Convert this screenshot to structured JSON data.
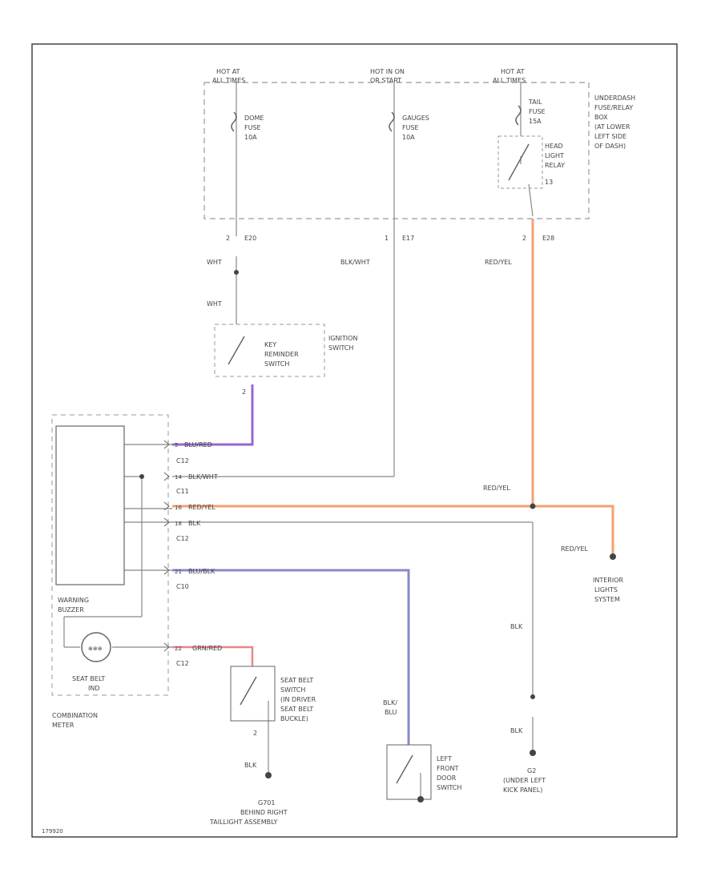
{
  "source_labels": {
    "hot_all_times_left": [
      "HOT AT",
      "ALL TIMES"
    ],
    "hot_run_start": [
      "HOT IN ON",
      "OR START"
    ],
    "hot_all_times_right": [
      "HOT AT",
      "ALL TIMES"
    ]
  },
  "fuses": {
    "dome": [
      "DOME",
      "FUSE",
      "10A"
    ],
    "gauges": [
      "GAUGES",
      "FUSE",
      "10A"
    ],
    "tail": [
      "TAIL",
      "FUSE",
      "15A"
    ]
  },
  "relay": {
    "headlight": [
      "HEAD",
      "LIGHT",
      "RELAY"
    ]
  },
  "fuse_box_label": [
    "UNDERDASH",
    "FUSE/RELAY",
    "BOX",
    "(AT LOWER",
    "LEFT SIDE",
    "OF DASH)"
  ],
  "connectors": {
    "e20": "E20",
    "e17": "E17",
    "e28": "E28",
    "c12_a": "C12",
    "c11": "C11",
    "c12_b": "C12",
    "c10": "C10",
    "c12_c": "C12",
    "pin_2a": "2",
    "pin_1": "1",
    "pin_2b": "2",
    "pin_2c": "2",
    "pin_13": "13",
    "pin_2d": "2",
    "pin_5": "5",
    "pin_14": "14",
    "pin_16": "16",
    "pin_18": "18",
    "pin_21": "21",
    "pin_22": "22"
  },
  "wires": {
    "wht_top": "WHT",
    "wht_bottom": "WHT",
    "blk_wht_top": "BLK/WHT",
    "red_yel_top": "RED/YEL",
    "blu_red": "BLU/RED",
    "blk_wht_mid": "BLK/WHT",
    "red_yel_mid": "RED/YEL",
    "red_yel_right": "RED/YEL",
    "red_yel_lower": "RED/YEL",
    "blk_c12": "BLK",
    "blu_blk": "BLU/BLK",
    "grn_red": "GRN/RED",
    "blk_right": "BLK",
    "blk_right_lower": "BLK",
    "blk_seat": "BLK",
    "blk_blu": [
      "BLK/",
      "BLU"
    ]
  },
  "components": {
    "ignition_switch": [
      "IGNITION",
      "SWITCH"
    ],
    "key_reminder": [
      "KEY",
      "REMINDER",
      "SWITCH"
    ],
    "warning_buzzer": [
      "WARNING",
      "BUZZER"
    ],
    "seat_belt_ind": [
      "SEAT BELT",
      "IND"
    ],
    "combination_meter": [
      "COMBINATION",
      "METER"
    ],
    "seat_belt_switch": [
      "SEAT BELT",
      "SWITCH",
      "(IN DRIVER",
      "SEAT BELT",
      "BUCKLE)"
    ],
    "left_front_door_switch": [
      "LEFT",
      "FRONT",
      "DOOR",
      "SWITCH"
    ],
    "interior_lights": [
      "INTERIOR",
      "LIGHTS",
      "SYSTEM"
    ]
  },
  "grounds": {
    "g701": [
      "G701",
      "BEHIND RIGHT",
      "TAILLIGHT ASSEMBLY"
    ],
    "g2": [
      "G2",
      "(UNDER LEFT",
      "KICK PANEL)"
    ]
  },
  "footer_id": "179920",
  "colors": {
    "wire": "#888888",
    "red_yel": "#f4a070",
    "blu_red": "#9966cc",
    "blu_blk": "#8888cc",
    "grn_red": "#e88888",
    "dash": "#999999"
  }
}
